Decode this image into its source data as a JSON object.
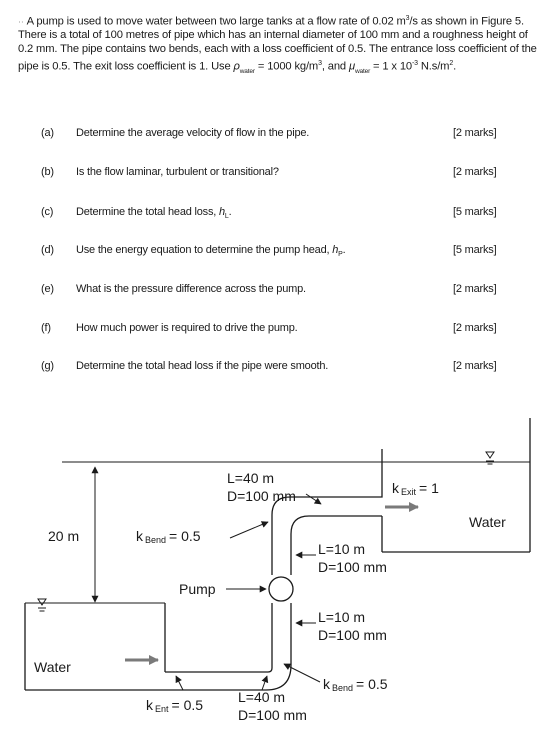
{
  "intro": {
    "lead_mark": "··",
    "seg1": "A pump is used to move water between two large tanks at a flow rate of 0.02 m",
    "seg1_sup": "3",
    "seg2": "/s as shown in Figure 5. There is a total of 100 metres of pipe which has an internal diameter of 100 mm and a roughness height of 0.2 mm. The pipe contains two bends, each with a loss coefficient of 0.5. The entrance loss coefficient of the pipe is 0.5. The exit loss coefficient is 1. Use ",
    "rho": "ρ",
    "rho_sub": "water",
    "seg3": " = 1000 kg/m",
    "seg3_sup": "3",
    "seg4": ", and ",
    "mu": "μ",
    "mu_sub": "water",
    "seg5": " = 1 x 10",
    "seg5_sup": "-3",
    "seg6": " N.s/m",
    "seg6_sup": "2",
    "seg7": "."
  },
  "questions": [
    {
      "label": "(a)",
      "text": "Determine the average velocity of flow in the pipe.",
      "marks": "[2 marks]"
    },
    {
      "label": "(b)",
      "text": "Is the flow laminar, turbulent or transitional?",
      "marks": "[2 marks]"
    },
    {
      "label": "(c)",
      "text": "Determine the total head loss, ",
      "sym": "h",
      "sym_sub": "L",
      "tail": ".",
      "marks": "[5 marks]"
    },
    {
      "label": "(d)",
      "text": "Use the energy equation to determine the pump head, ",
      "sym": "h",
      "sym_sub": "P",
      "tail": ".",
      "marks": "[5 marks]"
    },
    {
      "label": "(e)",
      "text": "What is the pressure difference across the pump.",
      "marks": "[2 marks]"
    },
    {
      "label": "(f)",
      "text": "How much power is required to drive the pump.",
      "marks": "[2 marks]"
    },
    {
      "label": "(g)",
      "text": "Determine the total head loss if the pipe were smooth.",
      "marks": "[2 marks]"
    }
  ],
  "figure": {
    "top_pipe_length": "L=40 m",
    "top_pipe_diameter": "D=100 mm",
    "k_exit_symbol": "k",
    "k_exit_sub": "Exit",
    "k_exit_value": "= 1",
    "water_right": "Water",
    "height_label": "20 m",
    "k_bend_top_symbol": "k",
    "k_bend_top_sub": "Bend",
    "k_bend_top_value": "= 0.5",
    "upper_riser_length": "L=10 m",
    "upper_riser_diameter": "D=100 mm",
    "pump_label": "Pump",
    "lower_riser_length": "L=10 m",
    "lower_riser_diameter": "D=100 mm",
    "water_left": "Water",
    "k_bend_bottom_symbol": "k",
    "k_bend_bottom_sub": "Bend",
    "k_bend_bottom_value": "= 0.5",
    "k_ent_symbol": "k",
    "k_ent_sub": "Ent",
    "k_ent_value": "= 0.5",
    "bottom_pipe_length": "L=40 m",
    "bottom_pipe_diameter": "D=100 mm"
  }
}
